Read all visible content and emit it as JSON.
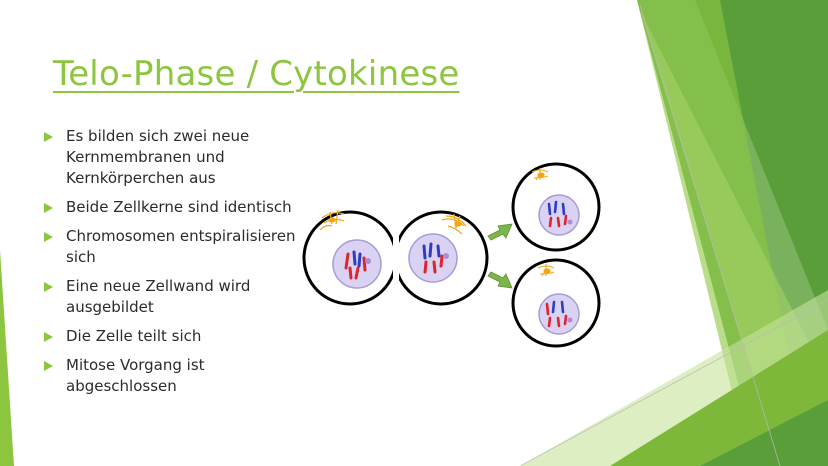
{
  "slide": {
    "title": "Telo-Phase / Cytokinese",
    "bullets": [
      "Es bilden sich zwei neue Kernmembranen und Kernkörperchen aus",
      "Beide Zellkerne sind identisch",
      "Chromosomen entspiralisieren sich",
      "Eine neue Zellwand wird ausgebildet",
      "Die Zelle teilt sich",
      "Mitose Vorgang ist abgeschlossen"
    ]
  },
  "colors": {
    "title": "#8cc63f",
    "bullet_arrow": "#8cc63f",
    "deco_green_dark": "#5a9e3a",
    "deco_green_mid": "#7db83a",
    "deco_green_light": "#c5e39a",
    "cell_outline": "#000000",
    "nucleus_fill": "#d9d2f2",
    "nucleus_stroke": "#a99ad8",
    "chromosome_red": "#e0242b",
    "chromosome_blue": "#2d3ec2",
    "centrosome": "#f2a516",
    "process_arrow": "#7ab648"
  },
  "icons": {
    "bullet": "green-triangle-arrow-icon"
  }
}
